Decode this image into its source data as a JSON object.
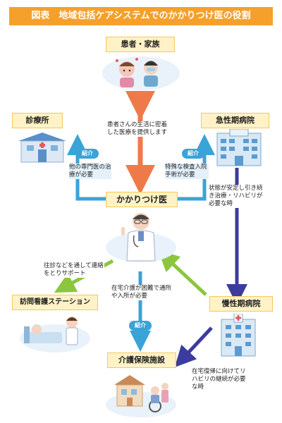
{
  "title": "図表　地域包括ケアシステムでのかかりつけ医の役割",
  "nodes": {
    "patient_family": "患者・家族",
    "clinic": "診療所",
    "acute_hospital": "急性期病院",
    "family_doctor": "かかりつけ医",
    "home_nursing": "訪問看護ステーション",
    "chronic_hospital": "慢性期病院",
    "care_facility": "介護保険施設"
  },
  "notes": {
    "doctor_patient": "患者さんの生活に密着した医療を提供します",
    "clinic_referral": "他の専門医の治療が必要",
    "acute_referral": "特殊な検査入院手術が必要",
    "acute_to_chronic": "状態が安定し引き続き治療・リハビリが必要な時",
    "support_nursing": "往診などを通して連絡をとりサポート",
    "care_referral": "在宅介護が困難で通所や入所が必要",
    "chronic_to_care": "在宅復帰に向けてリハビリの継続が必要な時"
  },
  "pills": {
    "clinic": "紹介",
    "acute": "紹介",
    "care": "紹介"
  },
  "colors": {
    "title_bg": "#f5a02a",
    "arrow_orange": "#ee7a4a",
    "arrow_blue": "#3aa3d8",
    "arrow_navy": "#3b3c9d",
    "arrow_green": "#8cc63f"
  }
}
